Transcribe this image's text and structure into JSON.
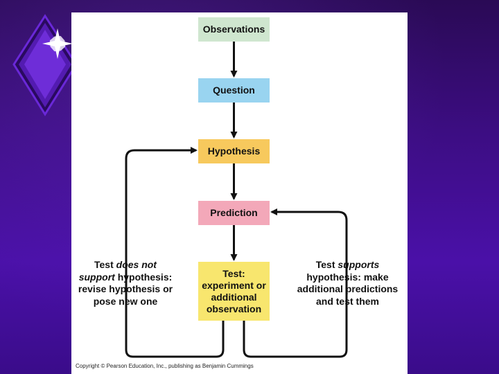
{
  "diagram": {
    "boxes": {
      "observations": "Observations",
      "question": "Question",
      "hypothesis": "Hypothesis",
      "prediction": "Prediction",
      "test_line1": "Test:",
      "test_line2": "experiment or",
      "test_line3": "additional",
      "test_line4": "observation"
    },
    "left_note": {
      "part1": "Test ",
      "part2_italic": "does not",
      "part3_italic": "support",
      "part4": " hypothesis:",
      "line3": "revise hypothesis or",
      "line4": "pose new one"
    },
    "right_note": {
      "part1": "Test ",
      "part2_italic": "supports",
      "line2": "hypothesis: make",
      "line3": "additional predictions",
      "line4": "and test them"
    }
  },
  "copyright": "Copyright © Pearson Education, Inc., publishing as Benjamin Cummings",
  "colors": {
    "observations": "#cfe6cf",
    "question": "#99d4f0",
    "hypothesis": "#f7c95d",
    "prediction": "#f3a8b9",
    "test": "#f8e66e",
    "slide_background": "#3c0d82",
    "logo": "#7a2ee0"
  },
  "icons": [
    "diamond-star-logo-icon"
  ]
}
